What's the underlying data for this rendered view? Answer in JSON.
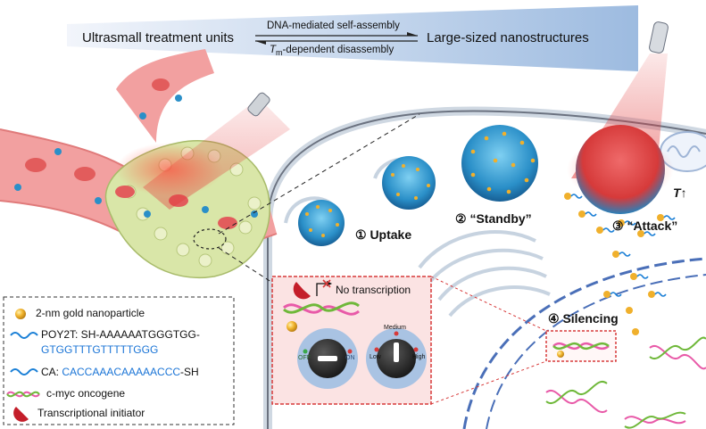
{
  "header": {
    "left_label": "Ultrasmall treatment units",
    "right_label": "Large-sized nanostructures",
    "forward_label": "DNA-mediated self-assembly",
    "reverse_symbol": "T",
    "reverse_subscript": "m",
    "reverse_label": "-dependent disassembly"
  },
  "steps": {
    "uptake": "① Uptake",
    "standby": "② “Standby”",
    "attack": "③ “Attack”",
    "silencing": "④ Silencing",
    "temperature_symbol": "T",
    "temperature_arrow": "↑"
  },
  "switch_panel": {
    "no_transcription": "No transcription",
    "switch_off": "OFF",
    "switch_on": "ON",
    "dial_low": "Low",
    "dial_medium": "Medium",
    "dial_high": "High"
  },
  "legend": {
    "gold": "2-nm gold nanoparticle",
    "poy2t_prefix": "POY2T: SH-AAAAAATGGGTGG-",
    "poy2t_second": "GTGGTTTGTTTTTGGG",
    "ca_prefix": "CA: ",
    "ca_seq": "CACCAAACAAAAACCC",
    "ca_suffix": "-SH",
    "gene": "c-myc oncogene",
    "initiator": "Transcriptional initiator"
  },
  "colors": {
    "banner_start": "#f2f5fb",
    "banner_end": "#9dbbe0",
    "vessel": "#f2a0a0",
    "tumor": "#d9e6a8",
    "nanostructure": "#2a8fc8",
    "gold": "#f0b02c",
    "laser": "#e23a3a",
    "dna_strand_1": "#e85aa8",
    "dna_strand_2": "#6fb83a",
    "sequence_blue": "#1a74d6"
  }
}
